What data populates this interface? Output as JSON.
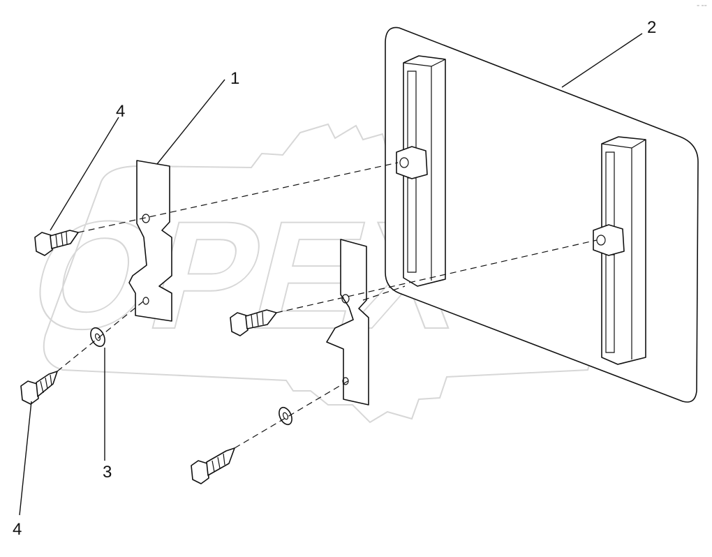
{
  "diagram": {
    "corner_mark": "⁻ ⁻⁻",
    "callouts": [
      {
        "id": "c1",
        "label": "1"
      },
      {
        "id": "c2",
        "label": "2"
      },
      {
        "id": "c3",
        "label": "3"
      },
      {
        "id": "c4a",
        "label": "4"
      },
      {
        "id": "c4b",
        "label": "4"
      }
    ],
    "watermark": {
      "text": "OPEX"
    },
    "colors": {
      "line": "#111111",
      "watermark": "#d7d7d7",
      "background": "#ffffff"
    }
  }
}
